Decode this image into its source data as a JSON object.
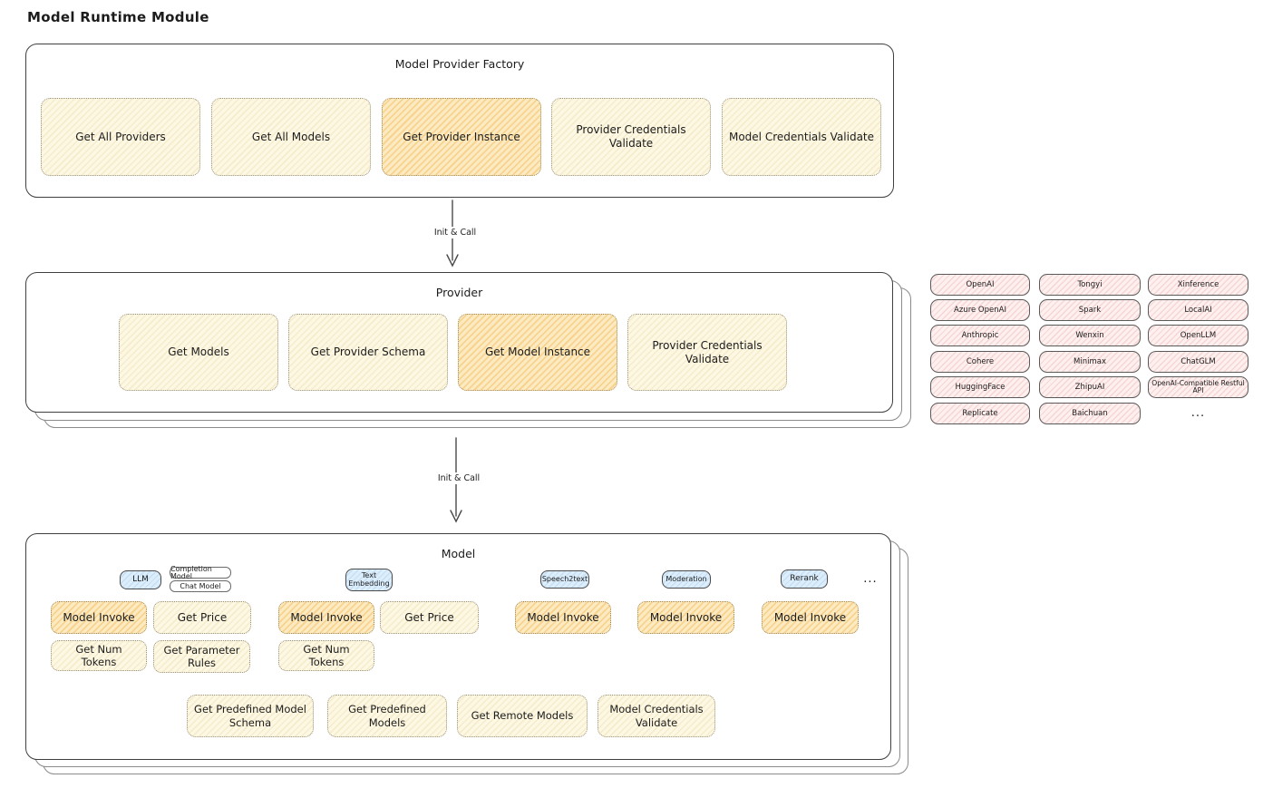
{
  "page": {
    "title": "Model Runtime Module"
  },
  "arrows": {
    "label1": "Init & Call",
    "label2": "Init & Call"
  },
  "factory": {
    "title": "Model Provider Factory",
    "items": [
      {
        "label": "Get All Providers",
        "highlighted": false
      },
      {
        "label": "Get All Models",
        "highlighted": false
      },
      {
        "label": "Get Provider Instance",
        "highlighted": true
      },
      {
        "label": "Provider Credentials Validate",
        "highlighted": false
      },
      {
        "label": "Model Credentials Validate",
        "highlighted": false
      }
    ]
  },
  "provider": {
    "title": "Provider",
    "items": [
      {
        "label": "Get Models",
        "highlighted": false
      },
      {
        "label": "Get Provider Schema",
        "highlighted": false
      },
      {
        "label": "Get Model Instance",
        "highlighted": true
      },
      {
        "label": "Provider Credentials Validate",
        "highlighted": false
      }
    ]
  },
  "providers_grid": {
    "col1": [
      "OpenAI",
      "Azure OpenAI",
      "Anthropic",
      "Cohere",
      "HuggingFace",
      "Replicate"
    ],
    "col2": [
      "Tongyi",
      "Spark",
      "Wenxin",
      "Minimax",
      "ZhipuAI",
      "Baichuan"
    ],
    "col3": [
      "Xinference",
      "LocalAI",
      "OpenLLM",
      "ChatGLM",
      "OpenAI-Compatible Restful API"
    ],
    "ellipsis": "..."
  },
  "model": {
    "title": "Model",
    "badges": {
      "llm": "LLM",
      "completion": "Completion Model",
      "chat": "Chat Model",
      "text_embedding": "Text Embedding",
      "speech2text": "Speech2text",
      "moderation": "Moderation",
      "rerank": "Rerank"
    },
    "ellipsis": "...",
    "actions": {
      "model_invoke": "Model Invoke",
      "get_price": "Get Price",
      "get_num_tokens": "Get Num Tokens",
      "get_parameter_rules": "Get Parameter Rules"
    },
    "bottom": [
      "Get Predefined Model Schema",
      "Get Predefined Models",
      "Get Remote Models",
      "Model Credentials Validate"
    ]
  },
  "colors": {
    "yellow_box": "#fdf8e3",
    "orange_box": "#fcebc2",
    "pink_chip": "#fdf0ef",
    "blue_badge": "#dceefb",
    "container_border": "#3f3f3f",
    "text": "#1c1c1c"
  }
}
